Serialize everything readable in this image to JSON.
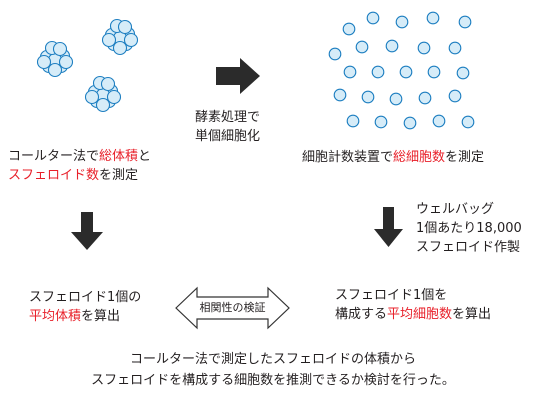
{
  "left_method": {
    "parts": [
      "コールター法で",
      "総体積",
      "と"
    ],
    "line2": [
      "スフェロイド数",
      "を測定"
    ]
  },
  "middle_step": {
    "line1": "酵素処理で",
    "line2": "単個細胞化"
  },
  "right_method": {
    "parts": [
      "細胞計数装置で",
      "総細胞数",
      "を測定"
    ]
  },
  "right_prep": {
    "line1": "ウェルバッグ",
    "line2": "1個あたり18,000",
    "line3": "スフェロイド作製"
  },
  "left_result": {
    "line1": "スフェロイド1個の",
    "line2": [
      "平均体積",
      "を算出"
    ]
  },
  "right_result": {
    "line1": "スフェロイド1個を",
    "line2": [
      "構成する",
      "平均細胞数",
      "を算出"
    ]
  },
  "relation_label": "相関性の検証",
  "caption": {
    "line1": "コールター法で測定したスフェロイドの体積から",
    "line2": "スフェロイドを構成する細胞数を推測できるか検討を行った。"
  },
  "colors": {
    "accent_red": "#e8202a",
    "cell_fill": "#d6ecf8",
    "cell_stroke": "#1e7fc1",
    "arrow": "#2b2b2b"
  }
}
